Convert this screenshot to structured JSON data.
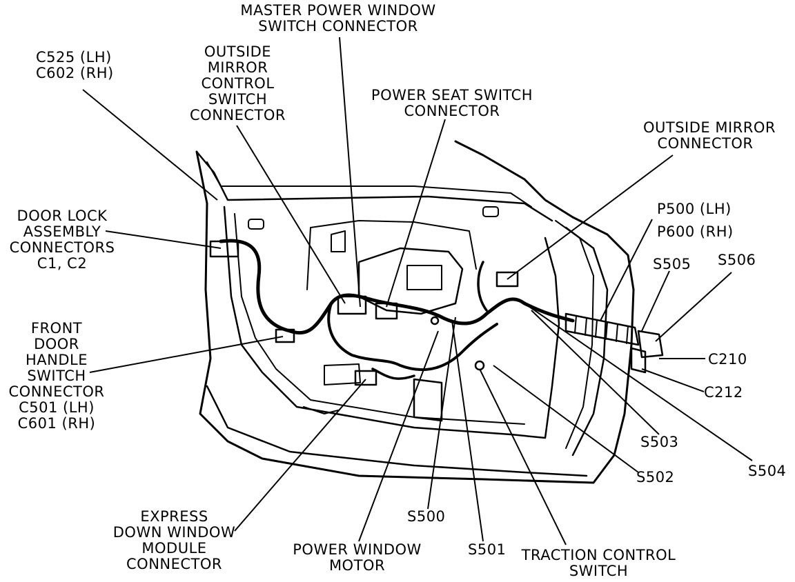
{
  "labels": {
    "master_power_window": [
      "MASTER POWER WINDOW",
      "SWITCH CONNECTOR"
    ],
    "c525_c602": [
      "C525 (LH)",
      "C602 (RH)"
    ],
    "outside_mirror_control": [
      "OUTSIDE",
      "MIRROR",
      "CONTROL",
      "SWITCH",
      "CONNECTOR"
    ],
    "power_seat_switch": [
      "POWER SEAT SWITCH",
      "CONNECTOR"
    ],
    "outside_mirror_connector": [
      "OUTSIDE MIRROR",
      "CONNECTOR"
    ],
    "p500_p600": [
      "P500 (LH)",
      "P600 (RH)"
    ],
    "door_lock_assembly": [
      "DOOR LOCK",
      "ASSEMBLY",
      "CONNECTORS",
      "C1, C2"
    ],
    "s505": "S505",
    "s506": "S506",
    "c210": "C210",
    "c212": "C212",
    "front_door_handle": [
      "FRONT",
      "DOOR",
      "HANDLE",
      "SWITCH",
      "CONNECTOR",
      "C501 (LH)",
      "C601 (RH)"
    ],
    "s503": "S503",
    "s504": "S504",
    "s502": "S502",
    "s500": "S500",
    "s501": "S501",
    "express_down_window": [
      "EXPRESS",
      "DOWN WINDOW",
      "MODULE",
      "CONNECTOR"
    ],
    "power_window_motor": [
      "POWER WINDOW",
      "MOTOR"
    ],
    "traction_control": [
      "TRACTION CONTROL",
      "SWITCH"
    ]
  }
}
